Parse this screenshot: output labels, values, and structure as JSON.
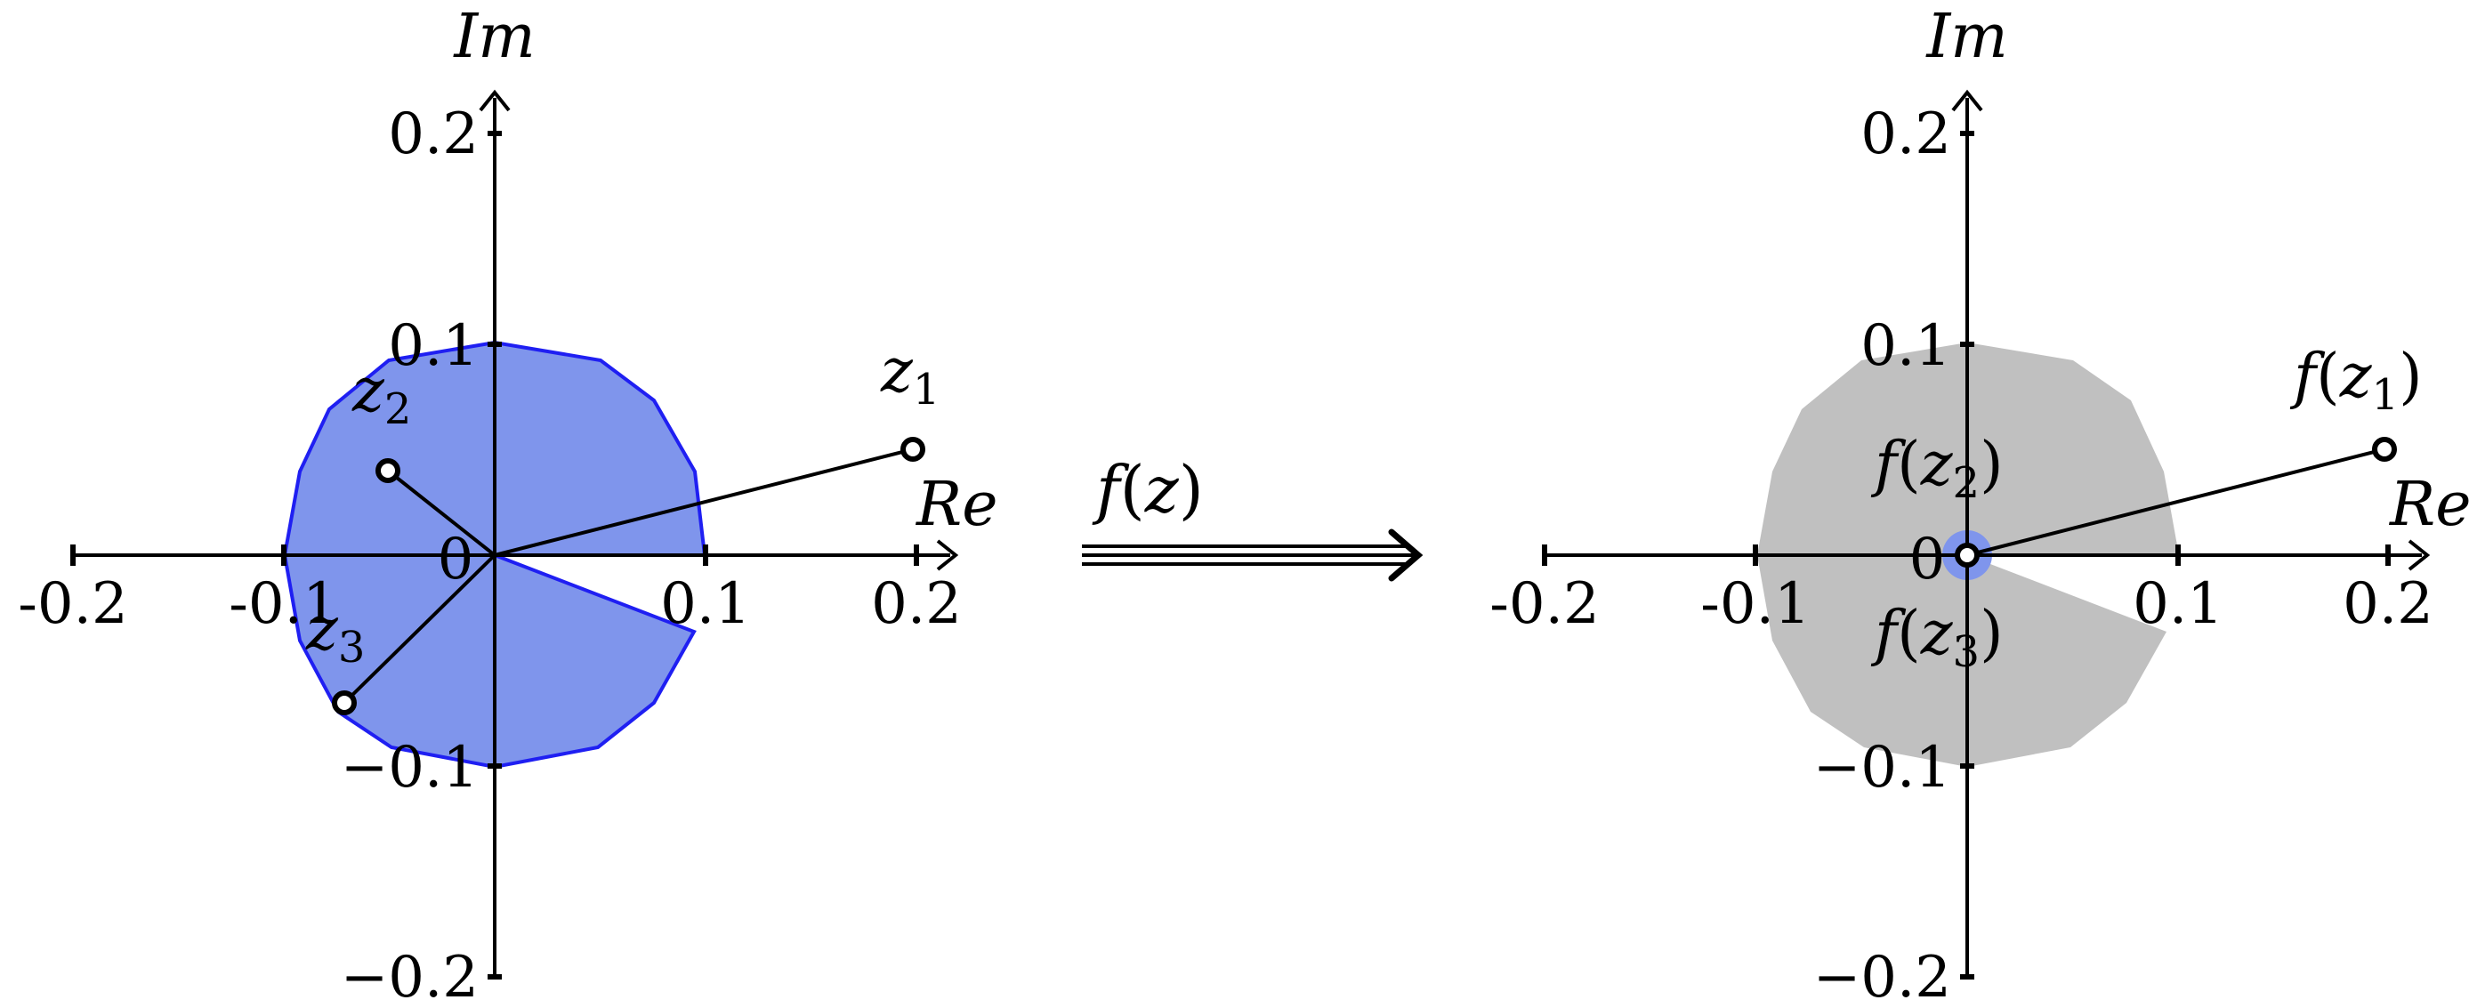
{
  "left_plot": {
    "x_axis_label": "Re",
    "y_axis_label": "Im",
    "x_ticks": [
      "-0.2",
      "-0.1",
      "0",
      "0.1",
      "0.2"
    ],
    "y_ticks": [
      "0.2",
      "0.1",
      "−0.1",
      "−0.2"
    ],
    "origin_label": "0",
    "points": [
      {
        "label_base": "z",
        "label_sub": "1",
        "re": 0.2,
        "im": 0.05
      },
      {
        "label_base": "z",
        "label_sub": "2",
        "re": -0.05,
        "im": 0.04
      },
      {
        "label_base": "z",
        "label_sub": "3",
        "re": -0.07,
        "im": -0.07
      }
    ],
    "disk": {
      "center_re": 0,
      "center_im": 0,
      "radius": 0.1,
      "fill_color": "#7f95ec",
      "edge_color": "#1f1ff2"
    }
  },
  "mapping": {
    "label_func": "f",
    "label_open": "(",
    "label_var": "z",
    "label_close": ")",
    "arrow": "double-arrow-right"
  },
  "right_plot": {
    "x_axis_label": "Re",
    "y_axis_label": "Im",
    "x_ticks": [
      "-0.2",
      "-0.1",
      "0.1",
      "0.2"
    ],
    "y_ticks": [
      "0.2",
      "0.1",
      "−0.1",
      "−0.2"
    ],
    "origin_label": "0",
    "points": [
      {
        "label_func": "f",
        "label_open": "(",
        "label_base": "z",
        "label_sub": "1",
        "label_close": ")",
        "re": 0.2,
        "im": 0.05
      },
      {
        "label_func": "f",
        "label_open": "(",
        "label_base": "z",
        "label_sub": "2",
        "label_close": ")",
        "re": 0,
        "im": 0
      },
      {
        "label_func": "f",
        "label_open": "(",
        "label_base": "z",
        "label_sub": "3",
        "label_close": ")",
        "re": 0,
        "im": 0
      }
    ],
    "disk": {
      "center_re": 0,
      "center_im": 0,
      "radius": 0.1,
      "fill_color": "#c0c0c0"
    },
    "image_spot": {
      "center_re": 0,
      "center_im": 0,
      "radius": 0.012,
      "fill_color": "#7f95ec"
    }
  }
}
